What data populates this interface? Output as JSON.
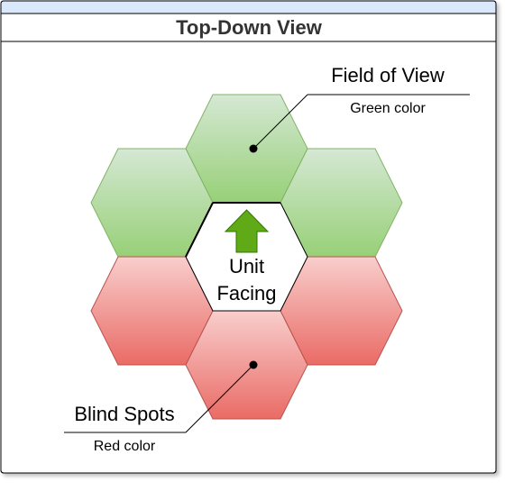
{
  "frame": {
    "title": "Top-Down View"
  },
  "field_of_view": {
    "title": "Field of View",
    "subtitle": "Green color",
    "color_top": "#d5e8d4",
    "color_bottom": "#97d077",
    "stroke": "#82b366"
  },
  "blind_spots": {
    "title": "Blind Spots",
    "subtitle": "Red color",
    "color_top": "#f8cecc",
    "color_bottom": "#ea6b66",
    "stroke": "#b85450"
  },
  "unit": {
    "label_line1": "Unit",
    "label_line2": "Facing",
    "arrow_icon": "up-arrow-icon",
    "arrow_color": "#60a917",
    "arrow_stroke": "#2d7600"
  }
}
